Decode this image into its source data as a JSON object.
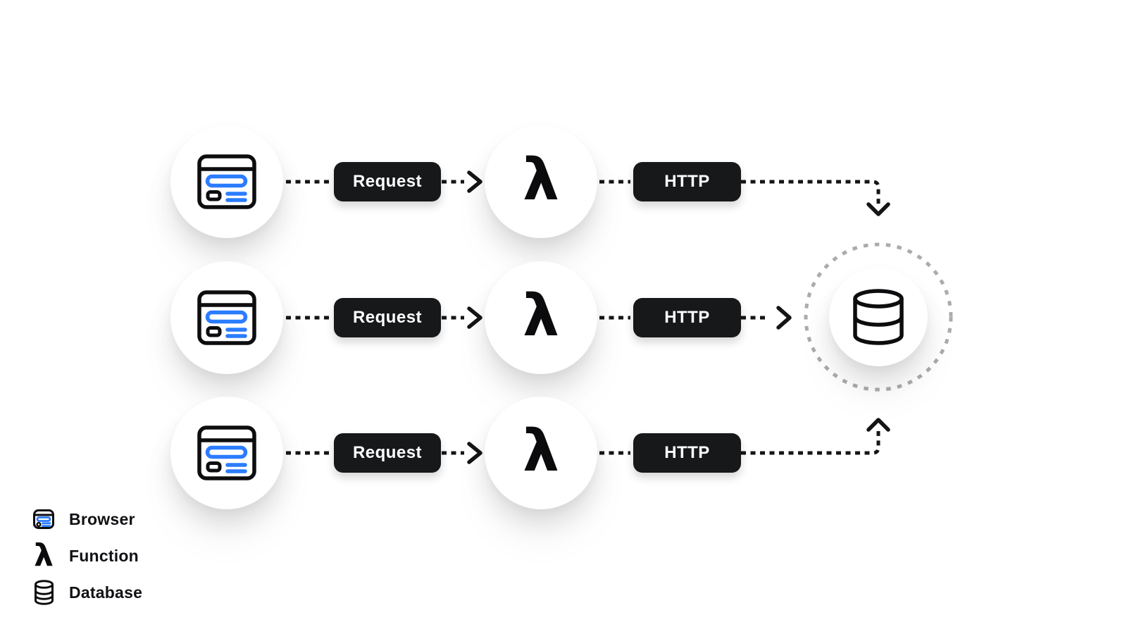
{
  "flow": {
    "rows": [
      {
        "id": "top",
        "request_label": "Request",
        "function_symbol": "λ",
        "http_label": "HTTP"
      },
      {
        "id": "middle",
        "request_label": "Request",
        "function_symbol": "λ",
        "http_label": "HTTP"
      },
      {
        "id": "bottom",
        "request_label": "Request",
        "function_symbol": "λ",
        "http_label": "HTTP"
      }
    ],
    "nodes": {
      "browser": "browser-icon",
      "function": "lambda-icon",
      "database": "database-icon"
    }
  },
  "legend": {
    "items": [
      {
        "icon": "browser-icon",
        "label": "Browser"
      },
      {
        "icon": "lambda-icon",
        "symbol": "λ",
        "label": "Function"
      },
      {
        "icon": "database-icon",
        "label": "Database"
      }
    ]
  },
  "colors": {
    "accent_blue": "#2b7cff",
    "pill_background": "#17181a",
    "pill_text": "#ffffff",
    "connector_black": "#151515",
    "dashed_ring_gray": "#ababab",
    "icon_stroke": "#0d0d0f",
    "background": "#ffffff"
  }
}
